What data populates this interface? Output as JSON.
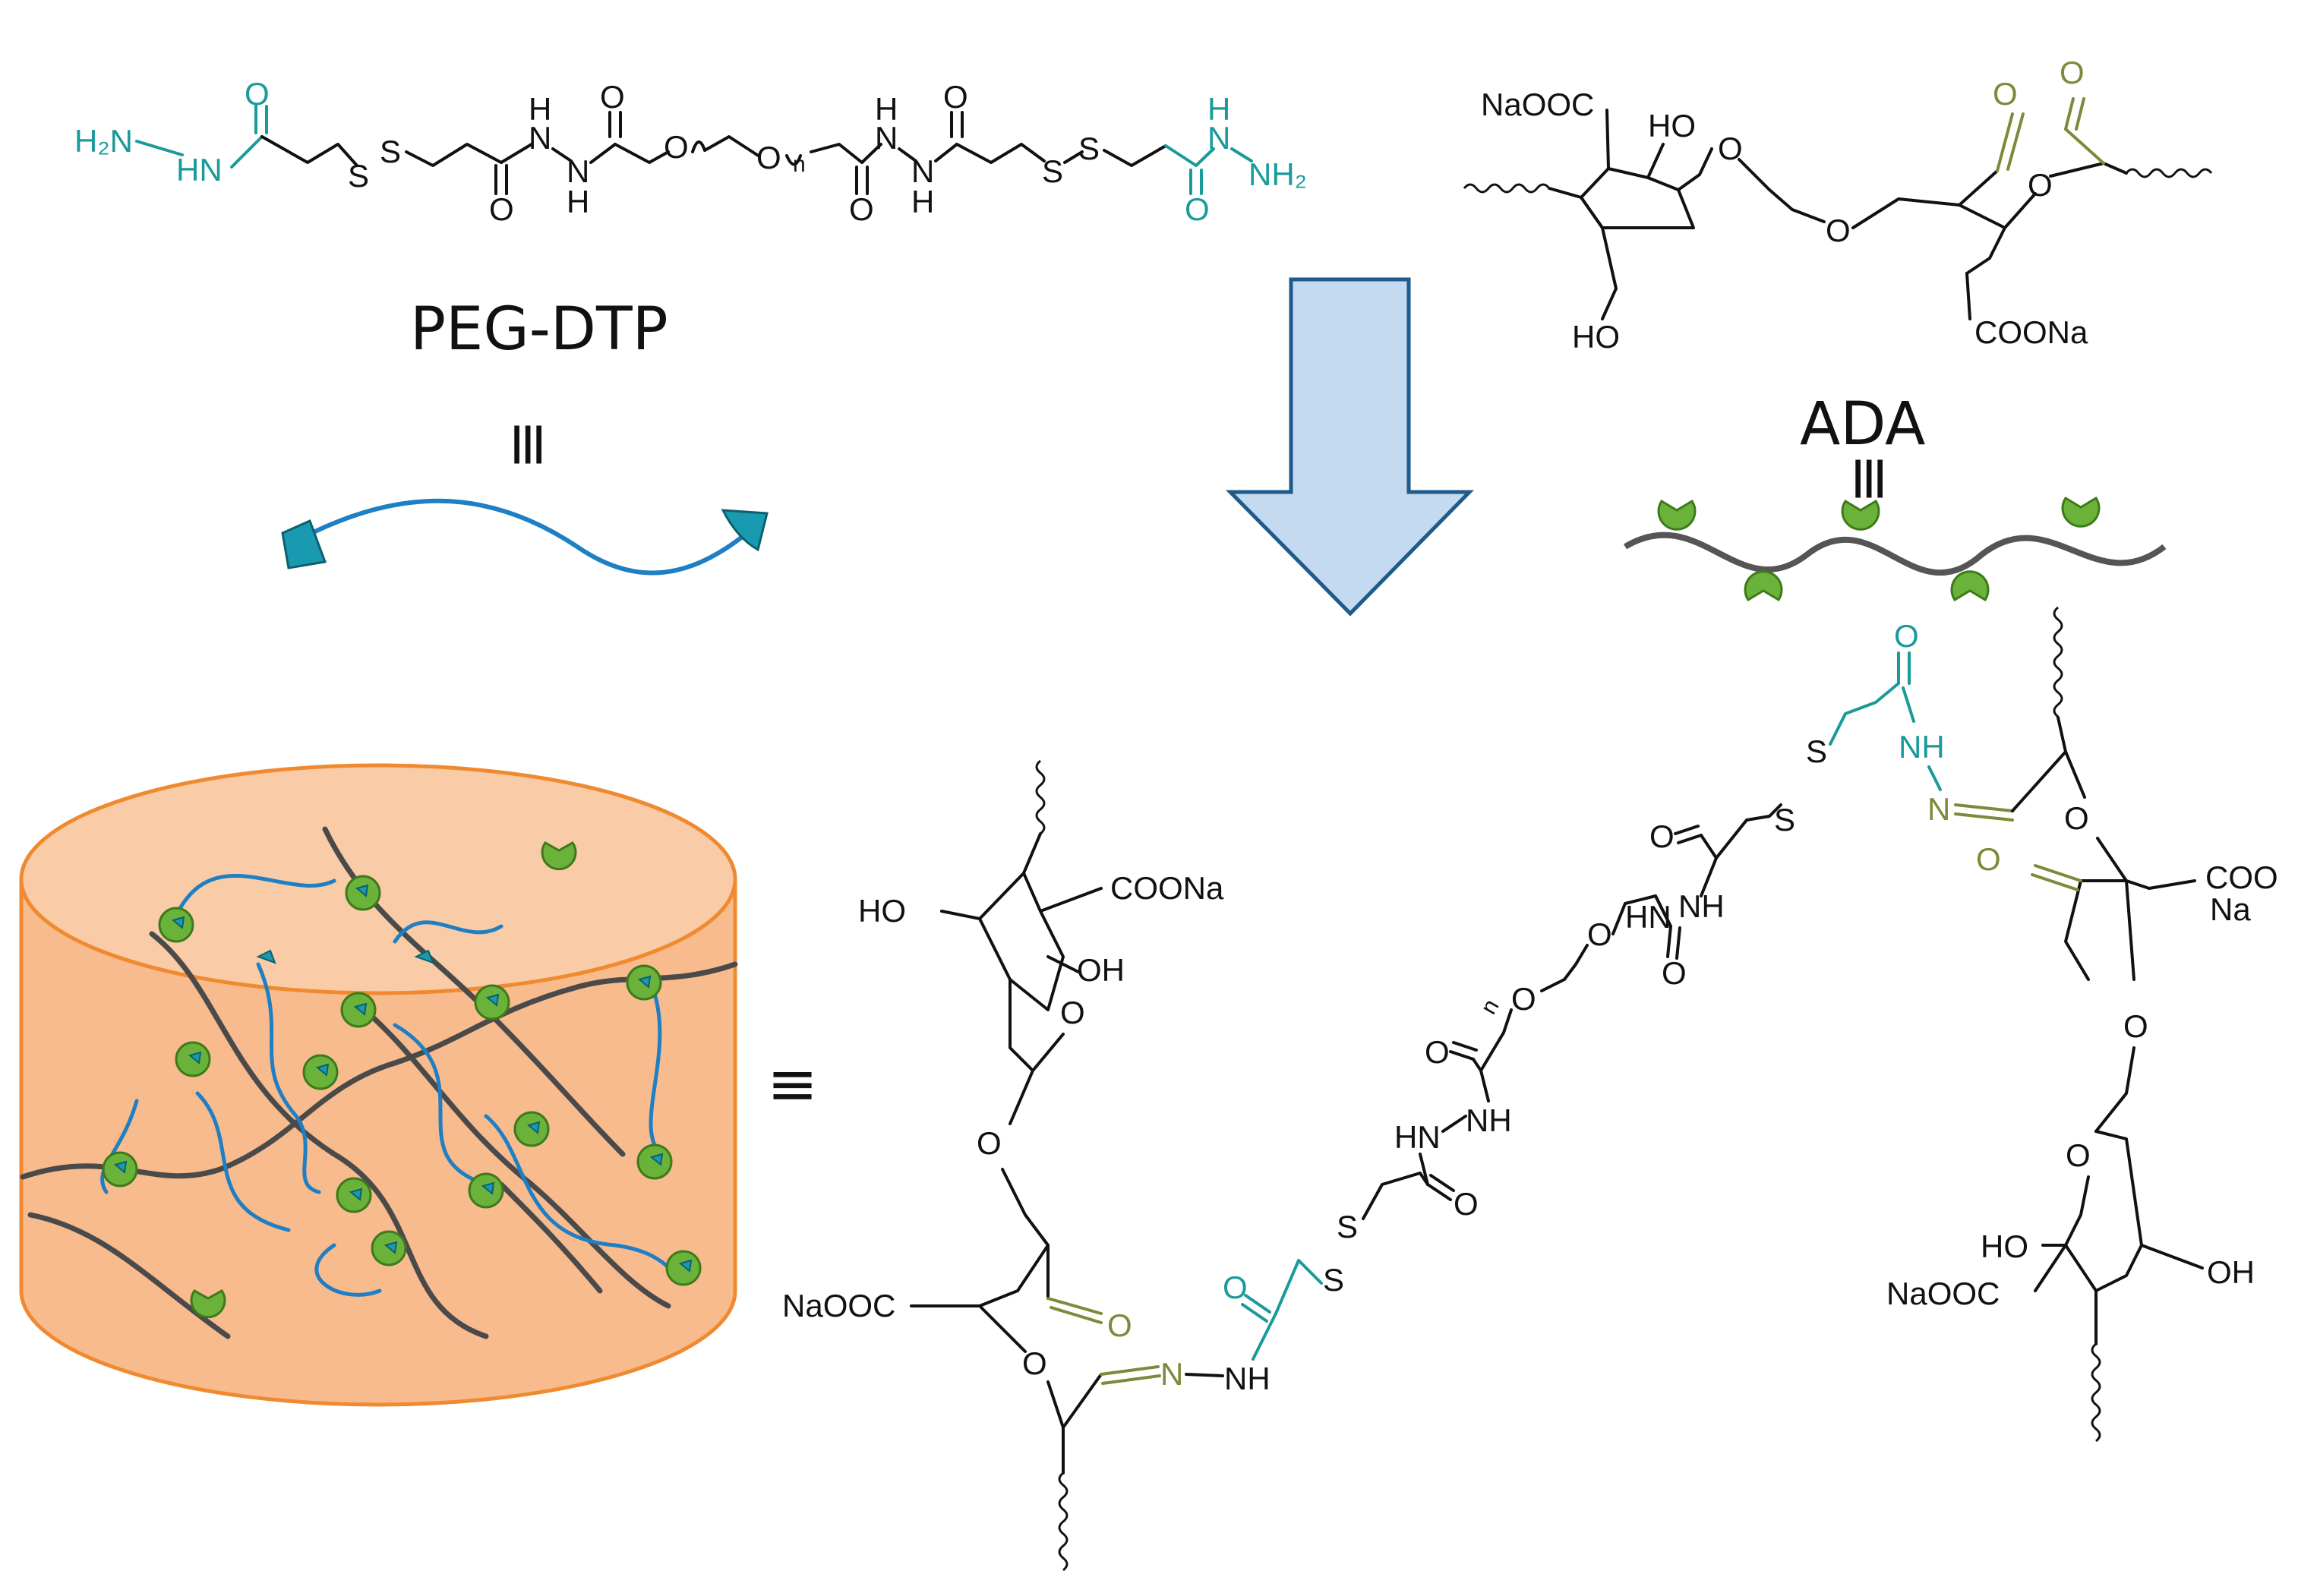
{
  "labels": {
    "peg_name": "PEG-DTP",
    "ada_name": "ADA",
    "equiv": "≡",
    "equiv_rotated": "≡"
  },
  "peg_structure": {
    "h2n": "H₂N",
    "hn": "HN",
    "o1": "O",
    "s1": "S",
    "s2": "S",
    "o2": "O",
    "h1": "H",
    "n1": "N",
    "n2": "N",
    "h2": "H",
    "o3": "O",
    "o4": "O",
    "o5": "O",
    "n_sub": "n",
    "o6": "O",
    "h3": "H",
    "n3": "N",
    "n4": "N",
    "h4": "H",
    "o7": "O",
    "s3": "S",
    "s4": "S",
    "h5": "H",
    "n5": "N",
    "nh2": "NH₂",
    "o8": "O"
  },
  "ada_structure": {
    "naooc": "NaOOC",
    "ho1": "HO",
    "o_ring1": "O",
    "o_bridge": "O",
    "o_ring2": "O",
    "o_ald1": "O",
    "o_ald2": "O",
    "ho2": "HO",
    "coona": "COONa"
  },
  "network_structure": {
    "left_coona": "COONa",
    "left_ho": "HO",
    "left_oh": "OH",
    "left_o_ring": "O",
    "left_o_bridge": "O",
    "left_naooc": "NaOOC",
    "left_o_ald": "O",
    "left_o_ring2": "O",
    "left_n": "N",
    "left_nh": "NH",
    "left_o_teal": "O",
    "left_s1": "S",
    "left_s2": "S",
    "mid_hn": "HN",
    "mid_o1": "O",
    "mid_nh": "NH",
    "mid_o2": "O",
    "mid_o3": "O",
    "mid_n": "n",
    "mid_o4": "O",
    "mid_o5": "O",
    "mid_hn2": "HN",
    "mid_nh2": "NH",
    "mid_o6": "O",
    "right_s1": "S",
    "right_s2": "S",
    "right_o_teal": "O",
    "right_nh": "NH",
    "right_n": "N",
    "right_o_ring": "O",
    "right_coo": "COO",
    "right_na": "Na",
    "right_o_ald": "O",
    "right_o_bridge": "O",
    "right_o_ring2": "O",
    "right_ho": "HO",
    "right_oh": "OH",
    "right_naooc": "NaOOC"
  },
  "colors": {
    "teal": "#1a9a9a",
    "olive": "#7d8a3a",
    "peg_chain": "#1e7fc4",
    "ada_backbone": "#555555",
    "ada_bead": "#6ab23a",
    "peg_cap": "#1a9ab0",
    "arrow_fill": "#c3daf0",
    "arrow_stroke": "#1e5a8a",
    "gel_fill": "#f8bb8e",
    "gel_top": "#f9cba6",
    "gel_stroke": "#f08a30"
  }
}
